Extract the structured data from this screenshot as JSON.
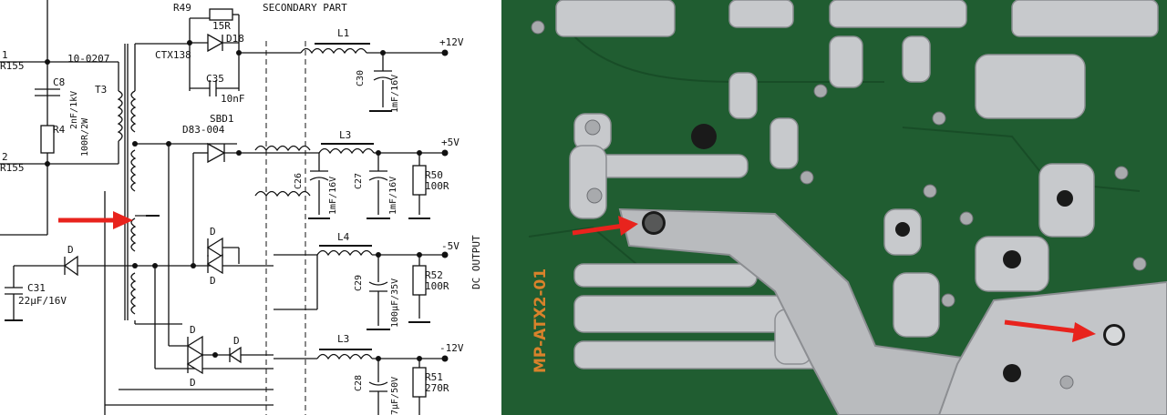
{
  "schematic": {
    "header": "SECONDARY PART",
    "side_label": "DC OUTPUT",
    "transformer": {
      "name": "T3",
      "part": "10-0207"
    },
    "primary": [
      {
        "name": "C8",
        "value": "2nF/1kV"
      },
      {
        "name": "R4",
        "value": "100R/2W"
      },
      {
        "top_label": "1",
        "top_sub": "R155",
        "bottom_label": "2",
        "bottom_sub": "R155"
      }
    ],
    "resistor_r49": {
      "name": "R49",
      "value": "15R"
    },
    "ctx": "CTX138",
    "diode_d18": "D18",
    "cap_c35": {
      "name": "C35",
      "value": "10nF"
    },
    "sbd1": {
      "name": "SBD1",
      "part": "D83-004"
    },
    "diode_generic": "D",
    "aux_cap": {
      "name": "C31",
      "value": "22µF/16V"
    },
    "rails": [
      {
        "voltage": "+12V",
        "inductor": "L1",
        "caps": [
          {
            "name": "C30",
            "value": "1mF/16V"
          }
        ],
        "resistor": null
      },
      {
        "voltage": "+5V",
        "inductor": "L3",
        "caps": [
          {
            "name": "C26",
            "value": "1mF/16V"
          },
          {
            "name": "C27",
            "value": "1mF/16V"
          }
        ],
        "resistor": {
          "name": "R50",
          "value": "100R"
        }
      },
      {
        "voltage": "-5V",
        "inductor": "L4",
        "caps": [
          {
            "name": "C29",
            "value": "100µF/35V"
          }
        ],
        "resistor": {
          "name": "R52",
          "value": "100R"
        }
      },
      {
        "voltage": "-12V",
        "inductor": "L3",
        "caps": [
          {
            "name": "C28",
            "value": "7µF/50V"
          }
        ],
        "resistor": {
          "name": "R51",
          "value": "270R"
        }
      }
    ]
  },
  "photo": {
    "board_label": "MP-ATX2-01"
  },
  "colors": {
    "arrow": "#e8231d",
    "pcb_green": "#1e5a2e",
    "solder": "#c7c9cc",
    "silkscreen": "#d9822b"
  }
}
